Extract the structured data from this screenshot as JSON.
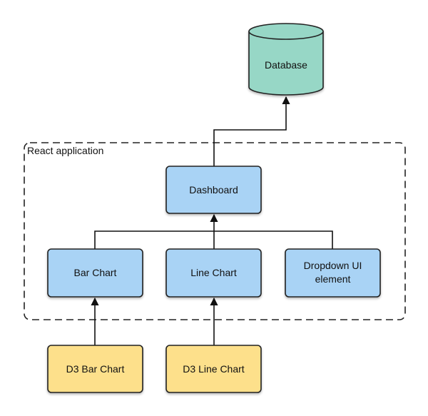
{
  "group": {
    "label": "React application"
  },
  "nodes": {
    "database": {
      "label": "Database"
    },
    "dashboard": {
      "label": "Dashboard"
    },
    "bar_chart": {
      "label": "Bar Chart"
    },
    "line_chart": {
      "label": "Line Chart"
    },
    "dropdown": {
      "label_line1": "Dropdown UI",
      "label_line2": "element"
    },
    "d3_bar_chart": {
      "label": "D3 Bar Chart"
    },
    "d3_line_chart": {
      "label": "D3 Line Chart"
    }
  },
  "colors": {
    "component_fill": "#a9d3f5",
    "database_fill": "#97d7c6",
    "d3_fill": "#fde08b",
    "outline": "#222222"
  }
}
